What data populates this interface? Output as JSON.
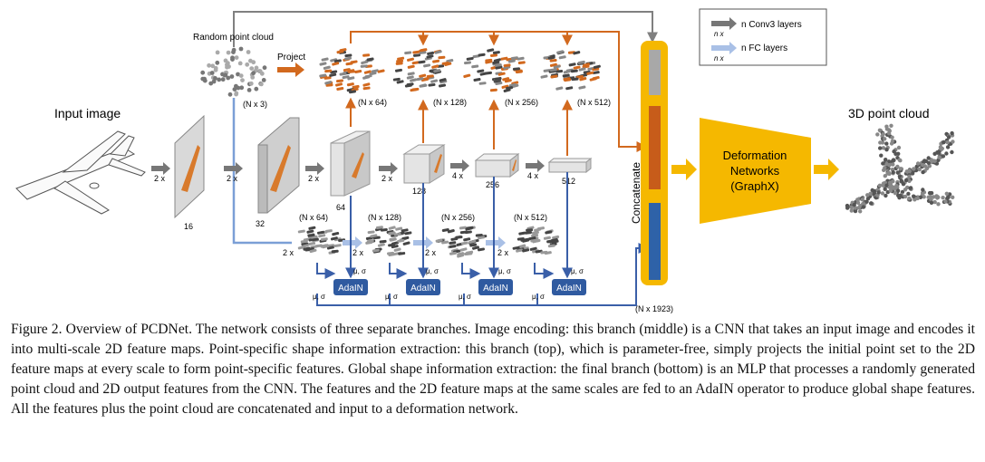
{
  "labels": {
    "input_image": "Input image",
    "random_point_cloud": "Random point cloud",
    "project": "Project",
    "output": "3D point cloud",
    "concatenate": "Concatenate",
    "deformation": [
      "Deformation",
      "Networks",
      "(GraphX)"
    ],
    "adain": "AdaIN",
    "mu_sigma": "μ, σ",
    "n3": "(N x 3)",
    "n1923": "(N x 1923)"
  },
  "legend": {
    "conv": "n Conv3 layers",
    "fc": "n FC layers",
    "nx": "n x"
  },
  "cnn": {
    "sizes": [
      "16",
      "32",
      "64",
      "128",
      "256",
      "512"
    ],
    "mults": [
      "2 x",
      "2 x",
      "2 x",
      "2 x",
      "4 x",
      "4 x"
    ]
  },
  "branch": {
    "features": [
      "(N x 64)",
      "(N x 128)",
      "(N x 256)",
      "(N x 512)"
    ],
    "mult": "2 x"
  },
  "colors": {
    "orange": "#d2691e",
    "blue": "#4a77b5",
    "gold": "#f5b800",
    "gray": "#808080",
    "adain": "#2f5aa0"
  },
  "caption": "Figure 2. Overview of PCDNet. The network consists of three separate branches. Image encoding: this branch (middle) is a CNN that takes an input image and encodes it into multi-scale 2D feature maps. Point-specific shape information extraction: this branch (top), which is parameter-free, simply projects the initial point set to the 2D feature maps at every scale to form point-specific features. Global shape information extraction: the final branch (bottom) is an MLP that processes a randomly generated point cloud and 2D output features from the CNN. The features and the 2D feature maps at the same scales are fed to an AdaIN operator to produce global shape features. All the features plus the point cloud are concatenated and input to a deformation network."
}
